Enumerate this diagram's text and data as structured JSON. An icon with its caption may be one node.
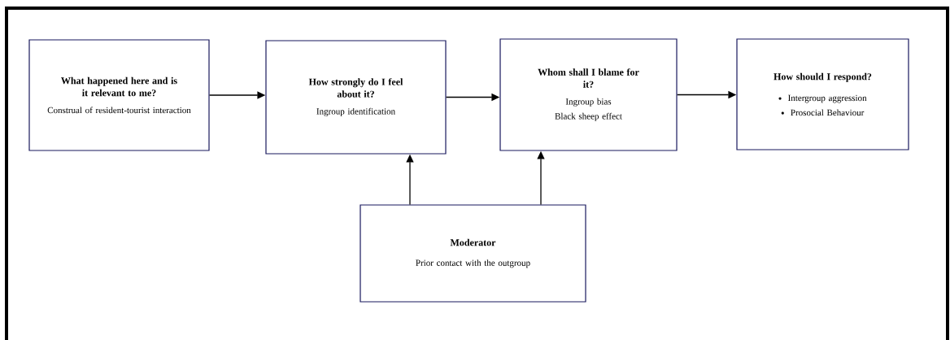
{
  "diagram": {
    "nodes": [
      {
        "text": [
          "What happened here and is it relevant to me?",
          "Construal of resident-tourist interaction"
        ]
      },
      {
        "text": [
          "How strongly do I feel about it?",
          "Ingroup identification"
        ]
      },
      {
        "text": [
          "Whom shall I blame for it?",
          "Ingroup bias",
          "Black sheep effect"
        ]
      },
      {
        "text": [
          "How should I respond?",
          "Intergroup aggression",
          "Prosocial Behaviour"
        ]
      },
      {
        "text": [
          "Moderator",
          "Prior contact with the outgroup"
        ]
      }
    ],
    "edges": [
      {
        "from": 0,
        "to": 1,
        "arrow": "to"
      },
      {
        "from": 1,
        "to": 2,
        "arrow": "to"
      },
      {
        "from": 2,
        "to": 3,
        "arrow": "to"
      },
      {
        "from": 4,
        "to": 1,
        "arrow": "to"
      },
      {
        "from": 4,
        "to": 2,
        "arrow": "to"
      }
    ]
  }
}
